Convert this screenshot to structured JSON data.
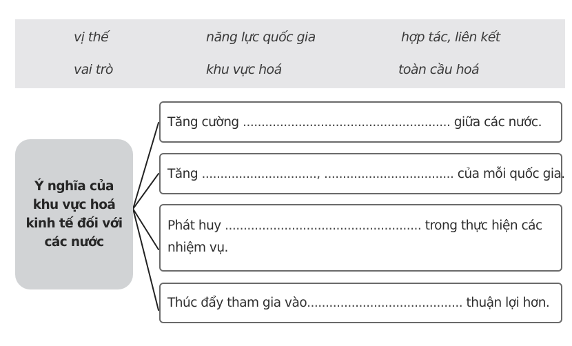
{
  "word_bank": {
    "background": "#e6e6e8",
    "rows": [
      [
        "vị thế",
        "năng lực quốc gia",
        "hợp tác, liên kết"
      ],
      [
        "vai trò",
        "khu vực hoá",
        "toàn cầu hoá"
      ]
    ]
  },
  "center": {
    "lines": [
      "Ý nghĩa của",
      "khu vực hoá",
      "kinh tế đối với",
      "các nước"
    ],
    "background": "#d1d3d5"
  },
  "items": [
    {
      "prefix": "Tăng cường ",
      "blank": "........................................................",
      "suffix": " giữa các nước."
    },
    {
      "prefix": "Tăng ",
      "blank": "..............................., ...................................",
      "suffix": " của mỗi quốc gia."
    },
    {
      "prefix": "Phát huy ",
      "blank": ".....................................................",
      "suffix": " trong thực hiện các",
      "line2": "nhiệm vụ."
    },
    {
      "prefix": "Thúc đẩy tham gia vào",
      "blank": "..........................................",
      "suffix": " thuận lợi hơn."
    }
  ],
  "connector_color": "#222222"
}
